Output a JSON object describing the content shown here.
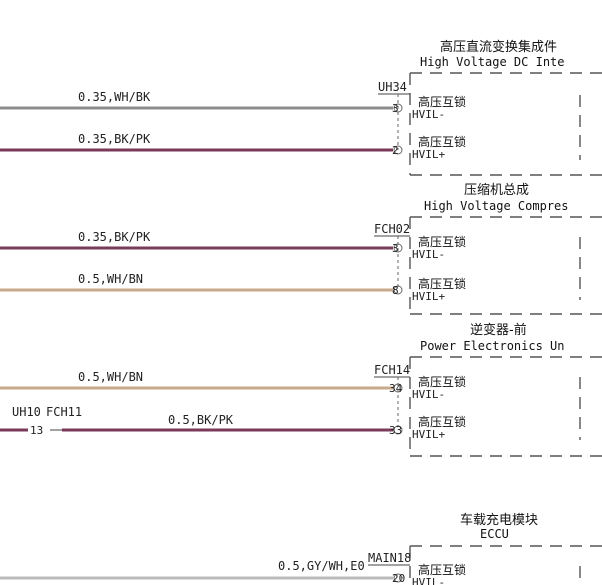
{
  "components": [
    {
      "cn": "高压直流变换集成件",
      "en": "High Voltage DC Inte"
    },
    {
      "cn": "压缩机总成",
      "en": "High Voltage Compres"
    },
    {
      "cn": "逆变器-前",
      "en": "Power Electronics Un"
    },
    {
      "cn": "车载充电模块",
      "en": "ECCU"
    }
  ],
  "connectors": [
    "UH34",
    "FCH02",
    "FCH14",
    "MAIN18"
  ],
  "inline_connectors": [
    "UH10",
    "FCH11"
  ],
  "inline_pin": "13",
  "wires": [
    {
      "label": "0.35,WH/BK",
      "pin": "3",
      "signal": "高压互锁",
      "signal_sub": "HVIL-",
      "color": "#8c8c8c"
    },
    {
      "label": "0.35,BK/PK",
      "pin": "2",
      "signal": "高压互锁",
      "signal_sub": "HVIL+",
      "color": "#7a3a5a"
    },
    {
      "label": "0.35,BK/PK",
      "pin": "3",
      "signal": "高压互锁",
      "signal_sub": "HVIL-",
      "color": "#7a3a5a"
    },
    {
      "label": "0.5,WH/BN",
      "pin": "8",
      "signal": "高压互锁",
      "signal_sub": "HVIL+",
      "color": "#c9a98c"
    },
    {
      "label": "0.5,WH/BN",
      "pin": "34",
      "signal": "高压互锁",
      "signal_sub": "HVIL-",
      "color": "#c9a98c"
    },
    {
      "label": "0.5,BK/PK",
      "pin": "33",
      "signal": "高压互锁",
      "signal_sub": "HVIL+",
      "color": "#7a3a5a"
    },
    {
      "label": "0.5,GY/WH,E0",
      "pin": "20",
      "signal": "高压互锁",
      "signal_sub": "HVIL-",
      "color": "#bbbbbb"
    }
  ],
  "colors": {
    "box_dash": "#555555",
    "text": "#111111"
  }
}
